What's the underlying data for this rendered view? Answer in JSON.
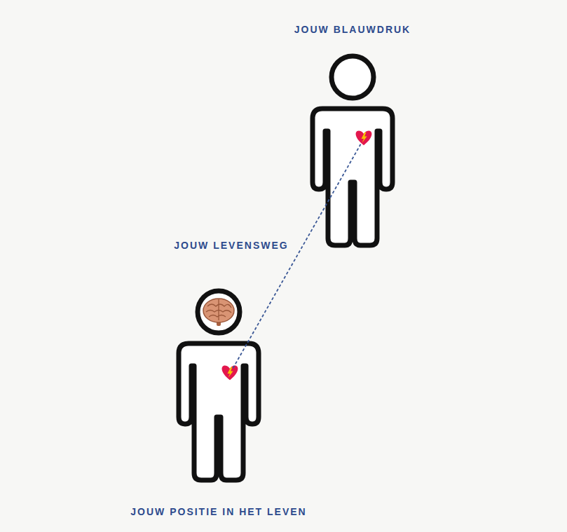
{
  "diagram": {
    "nodes": [
      {
        "text": [
          "JOUW BLAUWDRUK"
        ]
      },
      {
        "text": [
          "JOUW POSITIE IN HET LEVEN"
        ]
      }
    ],
    "edges": [
      {
        "from": 1,
        "to": 0,
        "arrow": "none",
        "label": "JOUW LEVENSWEG"
      }
    ]
  }
}
